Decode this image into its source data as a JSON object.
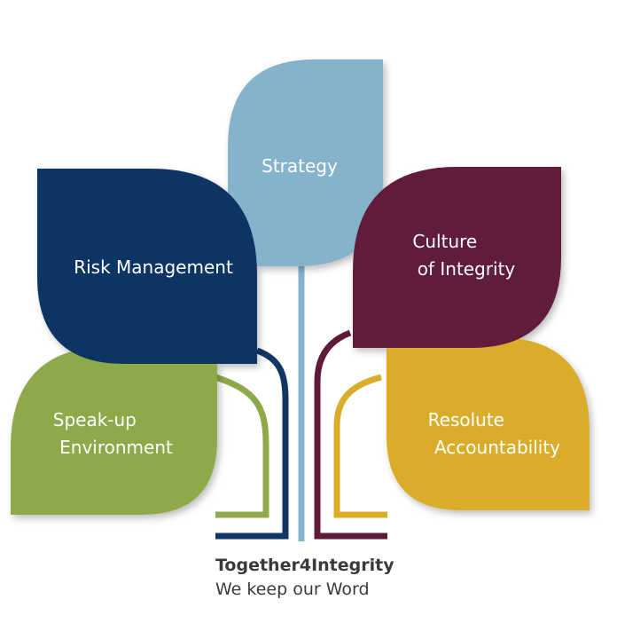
{
  "colors": {
    "strategy": "#85b3cc",
    "risk_management": "#113663",
    "culture_of_integrity": "#5f1a3a",
    "speak_up": "#8ea94a",
    "resolute_accountability": "#d9ad2a",
    "tagline_text": "#3a3a3a"
  },
  "leaves": {
    "strategy": {
      "lines": [
        "Strategy"
      ]
    },
    "risk_management": {
      "lines": [
        "Risk Management"
      ]
    },
    "culture_of_integrity": {
      "lines": [
        "Culture",
        "of Integrity"
      ]
    },
    "speak_up": {
      "lines": [
        "Speak-up",
        "Environment"
      ]
    },
    "resolute_accountability": {
      "lines": [
        "Resolute",
        "Accountability"
      ]
    }
  },
  "tagline": {
    "main": "Together4Integrity",
    "sub": "We keep our Word"
  }
}
